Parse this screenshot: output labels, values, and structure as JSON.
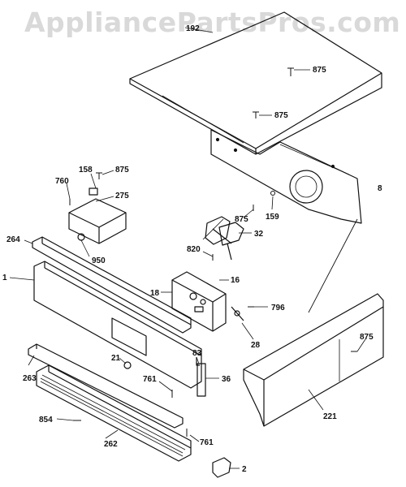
{
  "watermark": "AppliancePartsPros.com",
  "colors": {
    "ink": "#111111",
    "paper": "#ffffff",
    "watermark": "#d9d9d9"
  },
  "parts": {
    "p192": "192",
    "p875a": "875",
    "p875b": "875",
    "p875c": "875",
    "p875d": "875",
    "p875e": "875",
    "p8": "8",
    "p158": "158",
    "p760": "760",
    "p275": "275",
    "p159": "159",
    "p32": "32",
    "p264": "264",
    "p950": "950",
    "p820": "820",
    "p1": "1",
    "p16": "16",
    "p18": "18",
    "p796": "796",
    "p28": "28",
    "p83": "83",
    "p21": "21",
    "p761a": "761",
    "p761b": "761",
    "p36": "36",
    "p263": "263",
    "p221": "221",
    "p854": "854",
    "p262": "262",
    "p2": "2"
  }
}
